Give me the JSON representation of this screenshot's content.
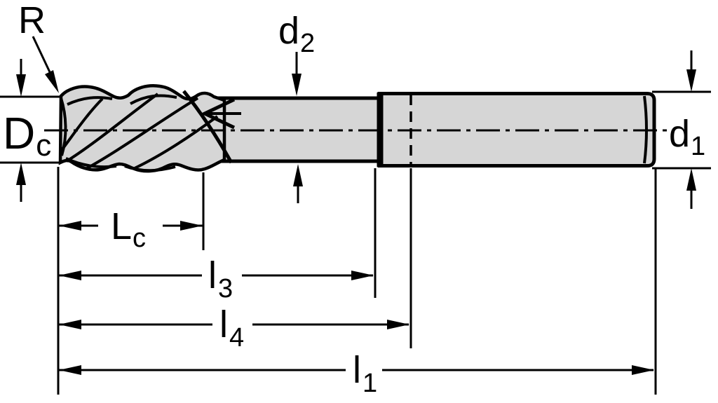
{
  "drawing": {
    "labels": {
      "corner_radius": {
        "main": "R",
        "sub": ""
      },
      "cutting_diameter": {
        "main": "D",
        "sub": "c"
      },
      "neck_diameter": {
        "main": "d",
        "sub": "2"
      },
      "shank_diameter": {
        "main": "d",
        "sub": "1"
      },
      "cutting_edge_length": {
        "main": "L",
        "sub": "c"
      },
      "length_l3": {
        "main": "l",
        "sub": "3"
      },
      "length_l4": {
        "main": "l",
        "sub": "4"
      },
      "overall_length": {
        "main": "l",
        "sub": "1"
      }
    },
    "colors": {
      "outline": "#000000",
      "body_fill": "#d6d6d6",
      "background": "#ffffff"
    }
  }
}
